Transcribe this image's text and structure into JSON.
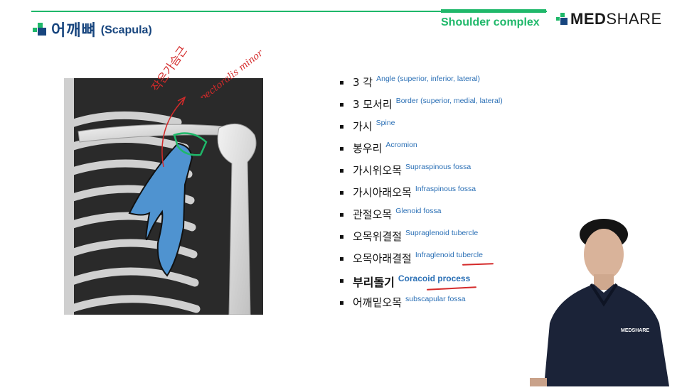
{
  "header": {
    "title_ko": "어깨뼈",
    "title_en": "(Scapula)",
    "section_tag": "Shoulder complex",
    "brand_bold": "MED",
    "brand_rest": "SHARE"
  },
  "colors": {
    "accent_green": "#1fb86a",
    "title_navy": "#17457e",
    "term_blue": "#2a6fb5",
    "annotation_red": "#d42a2a",
    "highlight_blue": "#4f93d0"
  },
  "annotation": {
    "handwritten_ko": "작은가슴근",
    "handwritten_en": "pectoralis minor"
  },
  "terms": [
    {
      "ko": "3 각",
      "en": "Angle (superior, inferior, lateral)"
    },
    {
      "ko": "3 모서리",
      "en": "Border (superior, medial, lateral)"
    },
    {
      "ko": "가시",
      "en": "Spine"
    },
    {
      "ko": "봉우리",
      "en": "Acromion"
    },
    {
      "ko": "가시위오목",
      "en": "Supraspinous fossa"
    },
    {
      "ko": "가시아래오목",
      "en": "Infraspinous fossa"
    },
    {
      "ko": "관절오목",
      "en": "Glenoid fossa"
    },
    {
      "ko": "오목위결절",
      "en": "Supraglenoid tubercle"
    },
    {
      "ko": "오목아래결절",
      "en": "Infraglenoid tubercle"
    },
    {
      "ko": "부리돌기",
      "en": "Coracoid process"
    },
    {
      "ko": "어깨밑오목",
      "en": "subscapular fossa"
    }
  ],
  "presenter": {
    "shirt_logo": "MEDSHARE"
  }
}
